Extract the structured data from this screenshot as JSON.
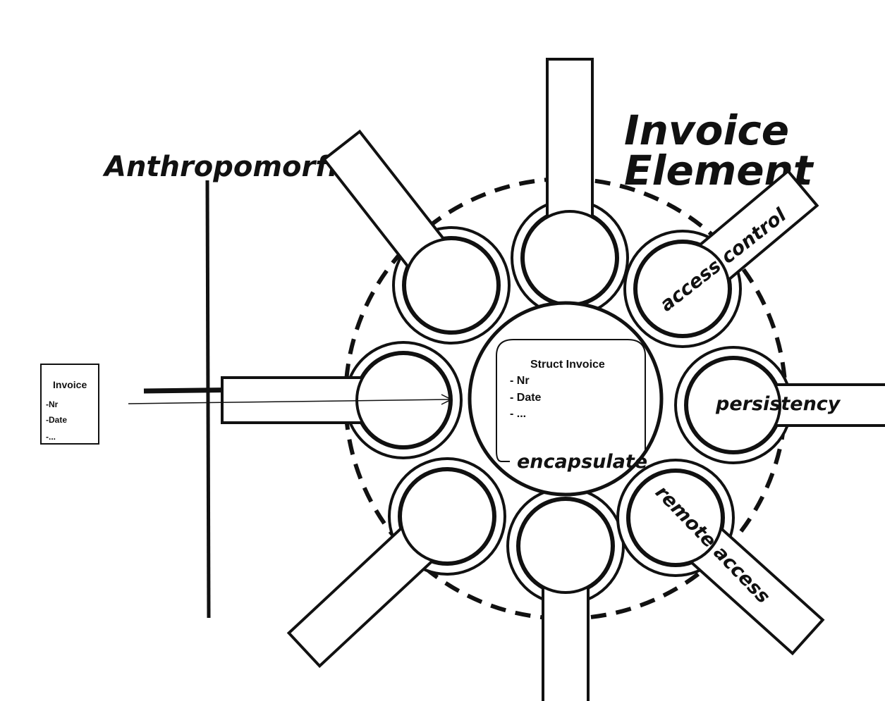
{
  "left_label": "Anthropomorfism",
  "title": {
    "line1": "Invoice",
    "line2": "Element"
  },
  "small_doc": {
    "title": "Invoice",
    "lines": [
      "-Nr",
      "-Date",
      "-..."
    ]
  },
  "core": {
    "title": "Struct Invoice",
    "lines": [
      "- Nr",
      "- Date",
      "- ..."
    ],
    "label": "encapsulate"
  },
  "aspects": {
    "access_control": "access control",
    "persistency": "persistency",
    "remote_access": "remote access"
  }
}
